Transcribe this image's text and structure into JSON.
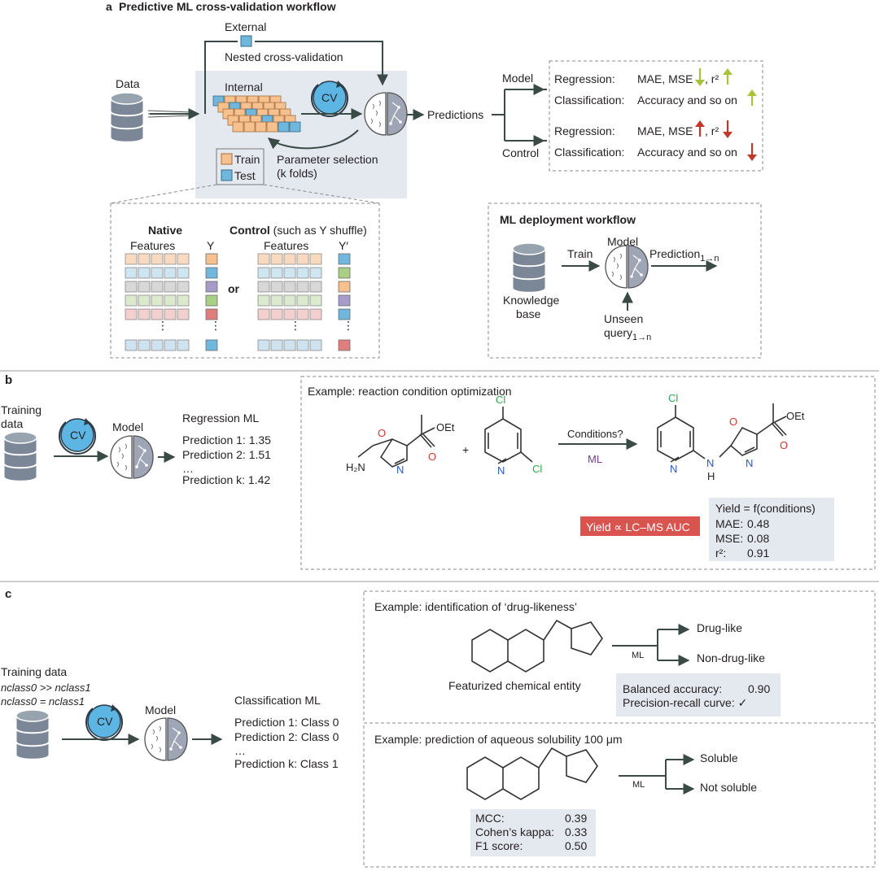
{
  "colors": {
    "panel_bg": "#e4e8ef",
    "cv_blue": "#5cb5e2",
    "train_orange": "#f6c08f",
    "test_blue": "#6fb7dd",
    "arrow_up_green": "#a6c33a",
    "arrow_down_red": "#c0392b",
    "yield_badge": "#d9534f",
    "db_gray": "#7b8796",
    "chlorine_green": "#2fa84a",
    "nitrogen_blue": "#2b59c3",
    "oxygen_red": "#d9342b",
    "ml_label_purple": "#7a3a8f"
  },
  "icons": [
    "database-icon",
    "cv-cycle-icon",
    "brain-model-icon",
    "arrow-up-icon",
    "arrow-down-icon",
    "checkmark-icon"
  ],
  "panel_a": {
    "letter": "a",
    "title": "Predictive ML cross-validation workflow",
    "external": "External",
    "nested": "Nested cross-validation",
    "data": "Data",
    "internal": "Internal",
    "cv": "CV",
    "train": "Train",
    "test": "Test",
    "param_line1": "Parameter selection",
    "param_line2": "(k folds)",
    "predictions": "Predictions",
    "model": "Model",
    "control": "Control",
    "reg_label": "Regression:",
    "reg_metrics": "MAE, MSE",
    "r2": "r²",
    "cls_label": "Classification:",
    "cls_metric": "Accuracy and so on",
    "native": "Native",
    "control_title": "Control",
    "control_note": "(such as Y shuffle)",
    "features": "Features",
    "y": "Y",
    "y_prime": "Y′",
    "or": "or",
    "native_y_colors": [
      "#f6c08f",
      "#6fb7dd",
      "#a69bc9",
      "#a9cf86",
      "#e07d7d",
      "#6fb7dd"
    ],
    "control_y_colors": [
      "#6fb7dd",
      "#a9cf86",
      "#f6c08f",
      "#a69bc9",
      "#6fb7dd",
      "#e07d7d"
    ],
    "row_colors": [
      "#f9d9bf",
      "#cde6f2",
      "#d8d8d8",
      "#dbeacd",
      "#f3cfcf",
      "#cfe2ef"
    ],
    "deploy_title": "ML deployment workflow",
    "deploy_train": "Train",
    "deploy_model": "Model",
    "deploy_prediction": "Prediction",
    "deploy_prediction_sub": "1→n",
    "knowledge1": "Knowledge",
    "knowledge2": "base",
    "unseen1": "Unseen",
    "unseen2": "query",
    "unseen_sub": "1→n"
  },
  "panel_b": {
    "letter": "b",
    "training1": "Training",
    "training2": "data",
    "cv": "CV",
    "model": "Model",
    "reg_title": "Regression ML",
    "preds": [
      "Prediction 1: 1.35",
      "Prediction 2: 1.51",
      "…",
      "Prediction k: 1.42"
    ],
    "example": "Example: reaction condition optimization",
    "conditions": "Conditions?",
    "ml": "ML",
    "plus": "+",
    "atoms": {
      "cl": "Cl",
      "n": "N",
      "o": "O",
      "oet": "OEt",
      "h2n": "H₂N",
      "h": "H",
      "nh_n": "N"
    },
    "yield_badge": "Yield ∝ LC–MS AUC",
    "yield_formula": "Yield = f(conditions)",
    "metrics": [
      {
        "label": "MAE:",
        "value": "0.48"
      },
      {
        "label": "MSE:",
        "value": "0.08"
      },
      {
        "label": "r²:",
        "value": "0.91"
      }
    ]
  },
  "panel_c": {
    "letter": "c",
    "training": "Training data",
    "cond1": "nclass0 >> nclass1",
    "cond2": "nclass0 = nclass1",
    "cv": "CV",
    "model": "Model",
    "cls_title": "Classification ML",
    "preds": [
      "Prediction 1: Class 0",
      "Prediction 2: Class 0",
      "…",
      "Prediction k: Class 1"
    ],
    "ex1_title": "Example: identification of ‘drug-likeness’",
    "ex1_ml": "ML",
    "ex1_out1": "Drug-like",
    "ex1_out2": "Non-drug-like",
    "ex1_caption": "Featurized chemical entity",
    "ex1_metric1": "Balanced accuracy:",
    "ex1_metric1_val": "0.90",
    "ex1_metric2": "Precision-recall curve: ✓",
    "ex2_title": "Example: prediction of aqueous solubility 100 μm",
    "ex2_ml": "ML",
    "ex2_out1": "Soluble",
    "ex2_out2": "Not soluble",
    "ex2_metrics": [
      {
        "label": "MCC:",
        "value": "0.39"
      },
      {
        "label": "Cohen’s kappa:",
        "value": "0.33"
      },
      {
        "label": "F1 score:",
        "value": "0.50"
      }
    ]
  }
}
